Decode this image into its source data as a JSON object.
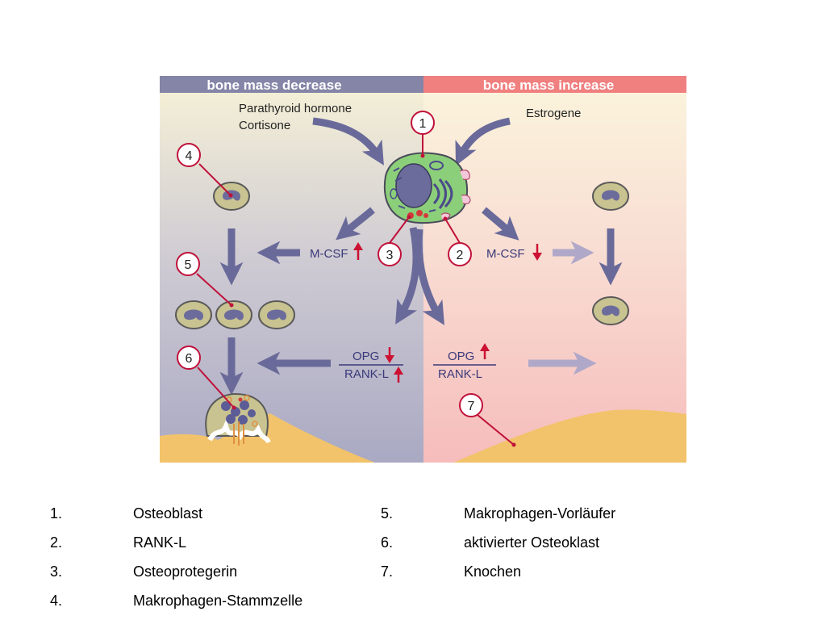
{
  "header": {
    "left": "bone mass decrease",
    "right": "bone mass increase"
  },
  "labels": {
    "hormones_left_1": "Parathyroid hormone",
    "hormones_left_2": "Cortisone",
    "hormone_right": "Estrogene",
    "mcsf_left": "M-CSF",
    "mcsf_right": "M-CSF",
    "opg_left": "OPG",
    "rankl_left": "RANK-L",
    "opg_right": "OPG",
    "rankl_right": "RANK-L"
  },
  "callouts": [
    "1",
    "2",
    "3",
    "4",
    "5",
    "6",
    "7"
  ],
  "legend": [
    {
      "num": "1.",
      "text": "Osteoblast"
    },
    {
      "num": "2.",
      "text": "RANK-L"
    },
    {
      "num": "3.",
      "text": "Osteoprotegerin"
    },
    {
      "num": "4.",
      "text": "Makrophagen-Stammzelle"
    },
    {
      "num": "5.",
      "text": "Makrophagen-Vorläufer"
    },
    {
      "num": "6.",
      "text": "aktivierter Osteoklast"
    },
    {
      "num": "7.",
      "text": "Knochen"
    }
  ],
  "colors": {
    "header_left": "#8585a8",
    "header_right": "#f08080",
    "arrow": "#6a6a9a",
    "arrow_faded": "#b0a8c8",
    "red_arrow": "#cc1133",
    "bone": "#f2c36a",
    "osteoblast": "#8ccf7a"
  }
}
